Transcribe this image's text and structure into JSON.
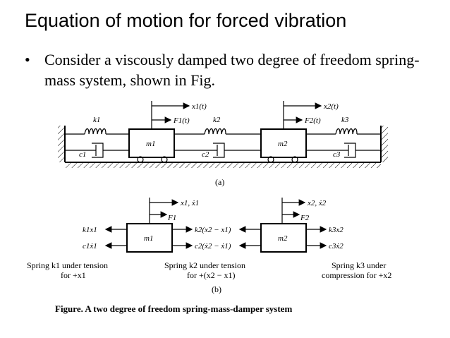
{
  "title": "Equation of motion for forced vibration",
  "bullet": {
    "marker": "•",
    "text": "Consider a viscously damped two degree of freedom spring-mass system, shown in Fig."
  },
  "figure_a": {
    "x1_label": "x1(t)",
    "x2_label": "x2(t)",
    "F1_label": "F1(t)",
    "F2_label": "F2(t)",
    "k1": "k1",
    "k2": "k2",
    "k3": "k3",
    "c1": "c1",
    "c2": "c2",
    "c3": "c3",
    "m1": "m1",
    "m2": "m2",
    "caption": "(a)"
  },
  "figure_b": {
    "x1_top": "x1, ẋ1",
    "x2_top": "x2, ẋ2",
    "F1": "F1",
    "F2": "F2",
    "k1x1": "k1x1",
    "c1x1": "c1ẋ1",
    "m1": "m1",
    "m2": "m2",
    "k2_term": "k2(x2 − x1)",
    "c2_term": "c2(ẋ2 − ẋ1)",
    "k3x2": "k3x2",
    "c3x2": "c3ẋ2",
    "note1_line1": "Spring k1 under tension",
    "note1_line2": "for +x1",
    "note2_line1": "Spring k2 under tension",
    "note2_line2": "for +(x2 − x1)",
    "note3_line1": "Spring k3 under",
    "note3_line2": "compression for +x2",
    "caption": "(b)"
  },
  "figure_caption": "Figure. A two degree of freedom spring-mass-damper system"
}
